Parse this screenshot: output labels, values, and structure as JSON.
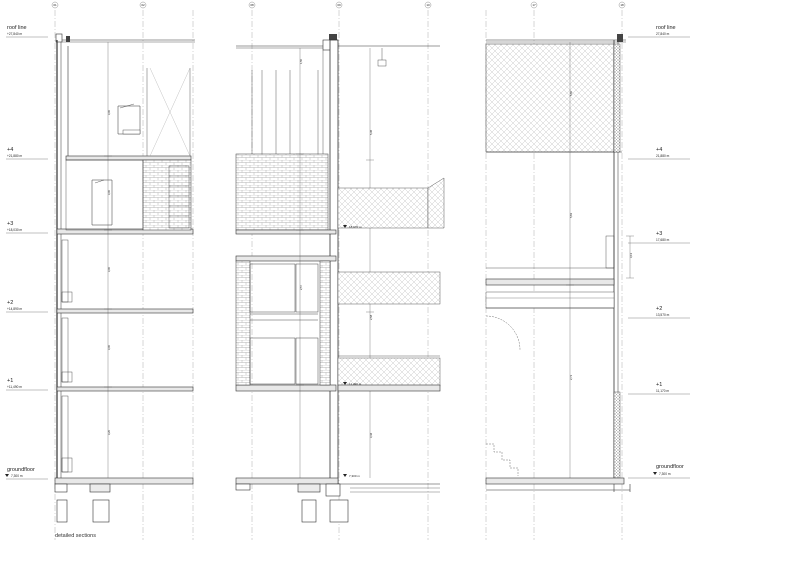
{
  "levels": {
    "left": [
      {
        "name": "roof line",
        "value": "+27,840 m"
      },
      {
        "name": "+4",
        "value": "+21,880 m"
      },
      {
        "name": "+3",
        "value": "+18,030 m"
      },
      {
        "name": "+2",
        "value": "+14,890 m"
      },
      {
        "name": "+1",
        "value": "+11,490 m"
      },
      {
        "name": "groundfloor",
        "value": "7,300 m"
      }
    ],
    "right": [
      {
        "name": "roof line",
        "value": "27,840 m"
      },
      {
        "name": "+4",
        "value": "21,880 m"
      },
      {
        "name": "+3",
        "value": "17,680 m"
      },
      {
        "name": "+2",
        "value": "13,570 m"
      },
      {
        "name": "+1",
        "value": "11,170 m"
      },
      {
        "name": "groundfloor",
        "value": "7,300 m"
      }
    ],
    "inline": [
      "18,970 m",
      "11,490 m",
      "7,300 m"
    ]
  },
  "grid_labels": [
    "01",
    "02",
    "08",
    "09",
    "10",
    "17",
    "18"
  ],
  "caption": "detailed sections"
}
